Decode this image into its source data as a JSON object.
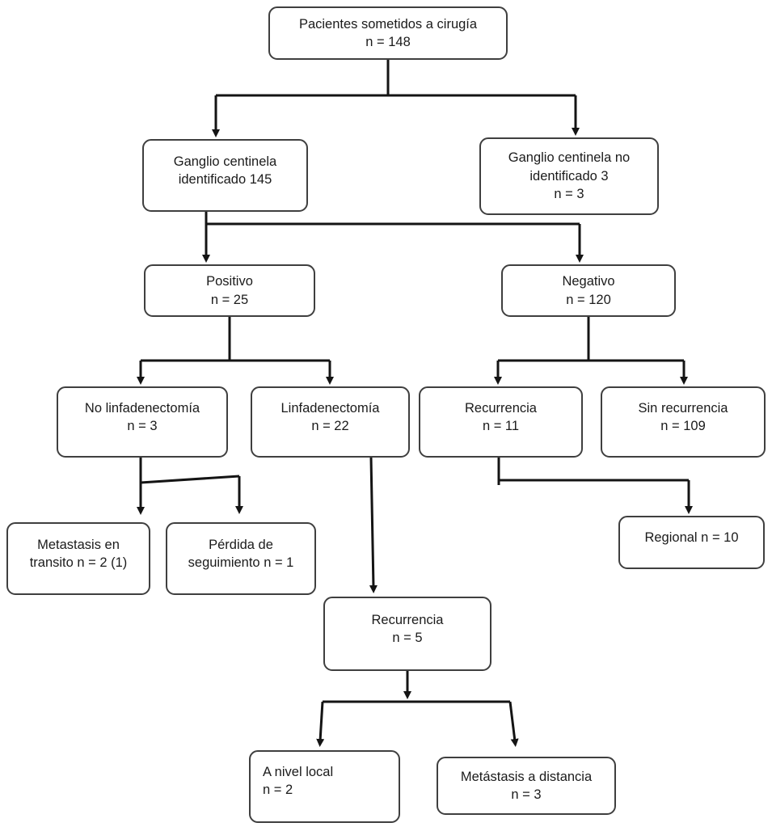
{
  "figure": {
    "type": "flowchart",
    "language": "es"
  },
  "colors": {
    "background": "#ffffff",
    "box_fill": "#ffffff",
    "box_border": "#3f3f3f",
    "line": "#141414",
    "text": "#1b1b1b"
  },
  "nodes": {
    "root": {
      "text": "Pacientes sometidos a  cirugía\nn = 148"
    },
    "sn_identified": {
      "text": "Ganglio centinela\nidentificado 145"
    },
    "sn_not_identified": {
      "text": "Ganglio centinela no\nidentificado 3\nn = 3"
    },
    "positive": {
      "text": "Positivo\nn = 25"
    },
    "negative": {
      "text": "Negativo\nn = 120"
    },
    "no_lymphadenectomy": {
      "text": "No linfadenectomía\nn = 3"
    },
    "lymphadenectomy": {
      "text": "Linfadenectomía\nn = 22"
    },
    "recurrence_negative": {
      "text": "Recurrencia\nn = 11"
    },
    "no_recurrence": {
      "text": "Sin recurrencia\nn = 109"
    },
    "in_transit_metastasis": {
      "text": "Metastasis en\ntransito n = 2 (1)"
    },
    "lost_followup": {
      "text": "Pérdida de\nseguimiento n = 1"
    },
    "regional": {
      "text": "Regional n = 10"
    },
    "recurrence_lymphadenectomy": {
      "text": "Recurrencia\nn = 5"
    },
    "local_level": {
      "text": "A nivel local\nn = 2"
    },
    "distant_metastasis": {
      "text": "Metástasis a distancia\nn = 3"
    }
  },
  "edges": [
    {
      "from": "root",
      "to": "sn_identified"
    },
    {
      "from": "root",
      "to": "sn_not_identified"
    },
    {
      "from": "sn_identified",
      "to": "positive"
    },
    {
      "from": "sn_identified",
      "to": "negative"
    },
    {
      "from": "positive",
      "to": "no_lymphadenectomy"
    },
    {
      "from": "positive",
      "to": "lymphadenectomy"
    },
    {
      "from": "negative",
      "to": "recurrence_negative"
    },
    {
      "from": "negative",
      "to": "no_recurrence"
    },
    {
      "from": "no_lymphadenectomy",
      "to": "in_transit_metastasis"
    },
    {
      "from": "no_lymphadenectomy",
      "to": "lost_followup"
    },
    {
      "from": "lymphadenectomy",
      "to": "recurrence_lymphadenectomy"
    },
    {
      "from": "recurrence_negative",
      "to": "regional"
    },
    {
      "from": "recurrence_lymphadenectomy",
      "to": "local_level"
    },
    {
      "from": "recurrence_lymphadenectomy",
      "to": "distant_metastasis"
    }
  ]
}
